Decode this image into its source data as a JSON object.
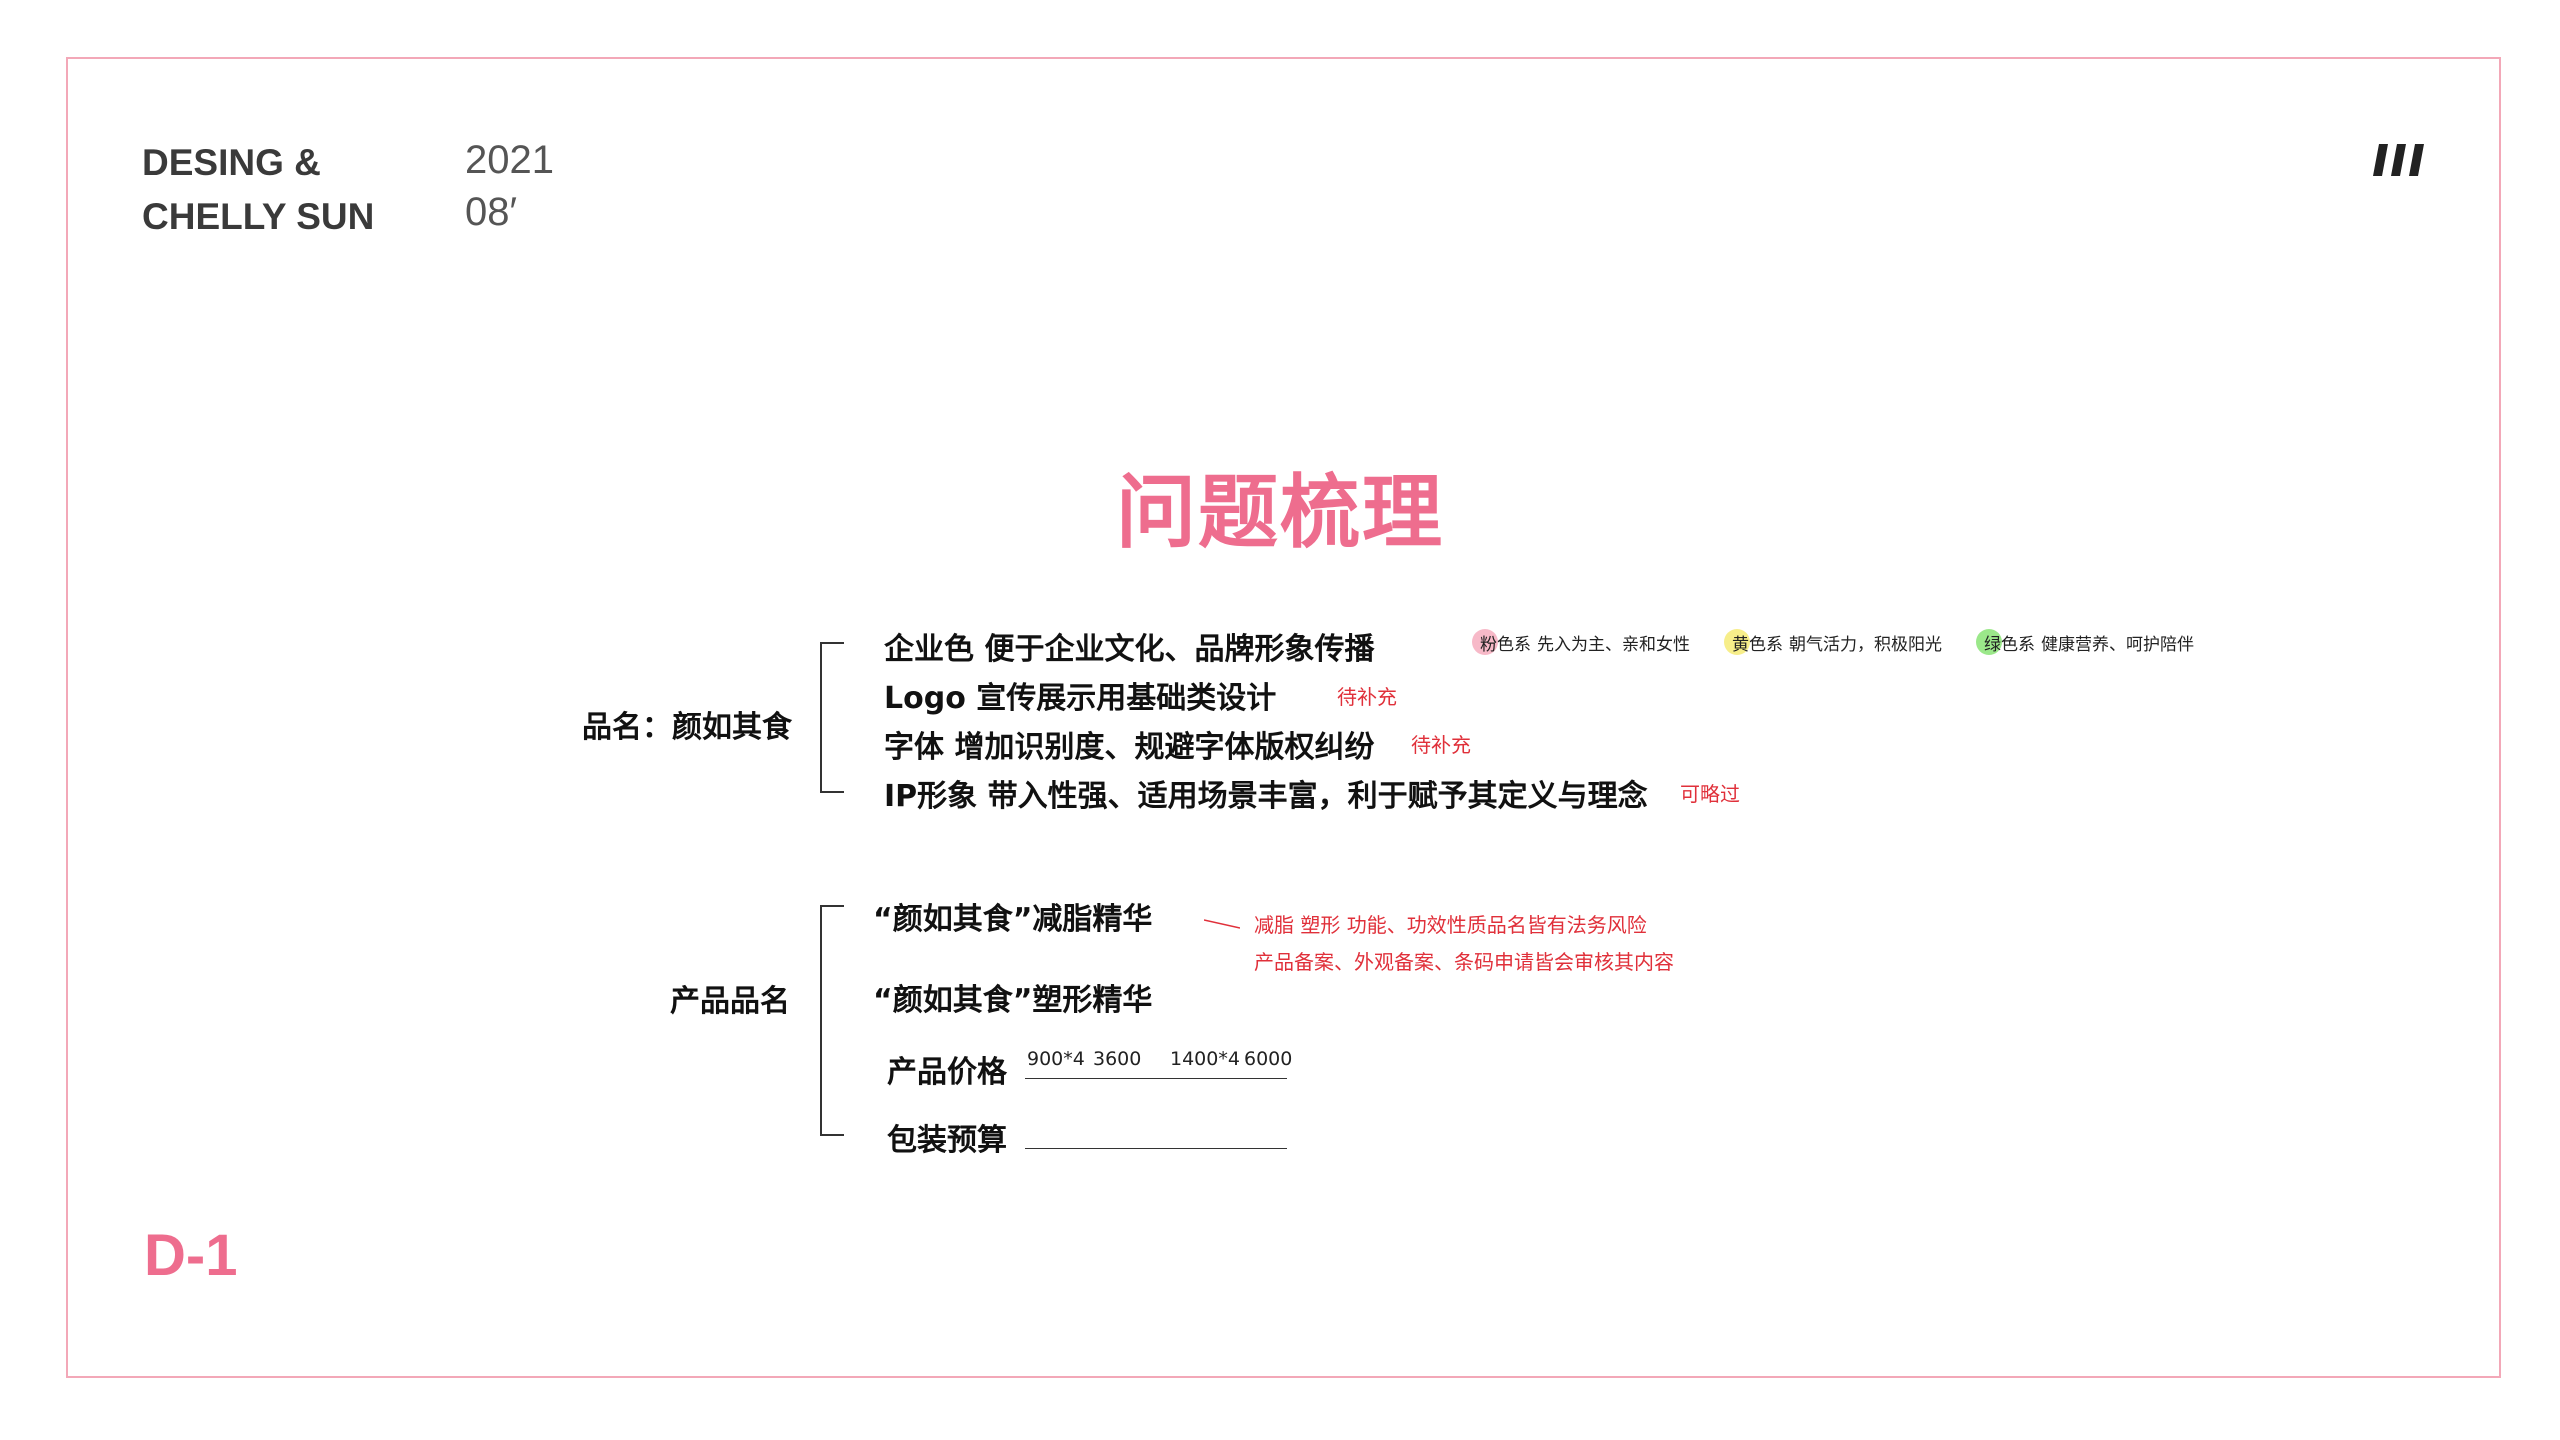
{
  "header": {
    "brand_line1": "DESING &",
    "brand_line2": "CHELLY SUN",
    "year": "2021",
    "month": "08′",
    "logo_icon": "triple-slash-logo-icon"
  },
  "title": "问题梳理",
  "page_code": "D-1",
  "brand_section": {
    "label": "品名：颜如其食",
    "items": [
      {
        "text": "企业色  便于企业文化、品牌形象传播"
      },
      {
        "text": "Logo  宣传展示用基础类设计",
        "note": "待补充"
      },
      {
        "text": "字体  增加识别度、规避字体版权纠纷",
        "note": "待补充"
      },
      {
        "text": "IP形象  带入性强、适用场景丰富，利于赋予其定义与理念",
        "note": "可略过"
      }
    ],
    "color_options": [
      {
        "swatch": "粉色系",
        "desc": "先入为主、亲和女性",
        "color": "#f7b9c8"
      },
      {
        "swatch": "黄色系",
        "desc": "朝气活力，积极阳光",
        "color": "#f7ee8a"
      },
      {
        "swatch": "绿色系",
        "desc": "健康营养、呵护陪伴",
        "color": "#9be88a"
      }
    ]
  },
  "product_section": {
    "label": "产品品名",
    "names": [
      "“颜如其食”减脂精华",
      "“颜如其食”塑形精华"
    ],
    "price_label": "产品价格",
    "prices": [
      "900*4",
      "3600",
      "1400*4",
      "6000"
    ],
    "budget_label": "包装预算",
    "budget_value": "",
    "risk_notes": [
      "减脂 塑形 功能、功效性质品名皆有法务风险",
      "产品备案、外观备案、条码申请皆会审核其内容"
    ]
  }
}
